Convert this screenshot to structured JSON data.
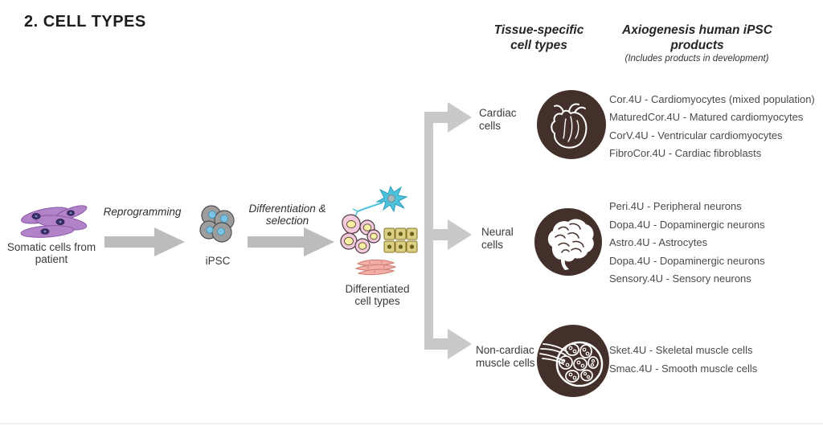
{
  "title": "2. CELL TYPES",
  "colors": {
    "circle_bg": "#44302a",
    "flow_arrow": "#bcbcbc",
    "branch_arrow": "#c9c9c9",
    "text": "#3d3d3d"
  },
  "headers": {
    "tissue": {
      "line1": "Tissue-specific",
      "line2": "cell types"
    },
    "products": {
      "line1": "Axiogenesis human iPSC",
      "line2": "products"
    },
    "subnote": "(Includes products in development)"
  },
  "flow": {
    "somatic": {
      "line1": "Somatic cells from",
      "line2": "patient"
    },
    "arrow1_label": "Reprogramming",
    "ipsc_label": "iPSC",
    "arrow2_label": {
      "line1": "Differentiation &",
      "line2": "selection"
    },
    "differentiated": {
      "line1": "Differentiated",
      "line2": "cell types"
    }
  },
  "branches": [
    {
      "label": {
        "line1": "Cardiac",
        "line2": "cells"
      },
      "icon": "heart-icon",
      "products": [
        "Cor.4U - Cardiomyocytes (mixed population)",
        "MaturedCor.4U - Matured cardiomyocytes",
        "CorV.4U - Ventricular cardiomyocytes",
        "FibroCor.4U - Cardiac fibroblasts"
      ]
    },
    {
      "label": {
        "line1": "Neural",
        "line2": "cells"
      },
      "icon": "brain-icon",
      "products": [
        "Peri.4U - Peripheral neurons",
        "Dopa.4U - Dopaminergic neurons",
        "Astro.4U - Astrocytes",
        "Dopa.4U - Dopaminergic neurons",
        "Sensory.4U - Sensory neurons"
      ]
    },
    {
      "label": {
        "line1": "Non-cardiac",
        "line2": "muscle cells"
      },
      "icon": "muscle-bundle-icon",
      "products": [
        "Sket.4U - Skeletal muscle cells",
        "Smac.4U - Smooth muscle cells"
      ]
    }
  ]
}
